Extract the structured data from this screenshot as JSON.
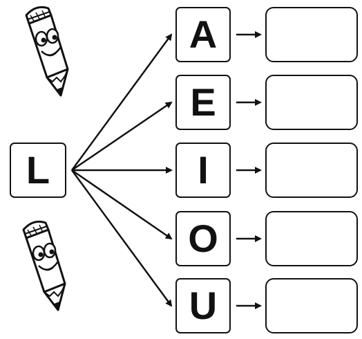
{
  "worksheet": {
    "consonant": "L",
    "vowels": [
      "A",
      "E",
      "I",
      "O",
      "U"
    ],
    "illustrations": [
      "pencil-character-icon",
      "pencil-character-icon"
    ]
  }
}
